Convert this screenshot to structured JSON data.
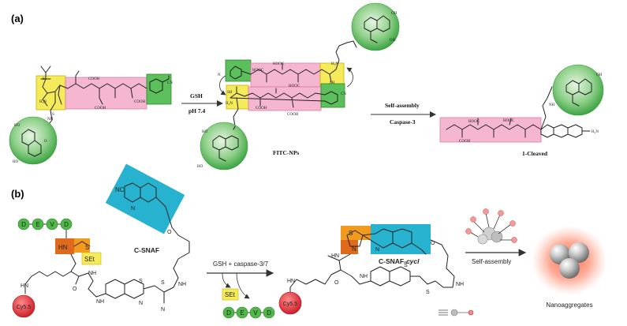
{
  "panel_a": {
    "label": "(a)",
    "reagent_1": "GSH",
    "condition_1": "pH 7.4",
    "nanoparticle_label": "FITC-NPs",
    "step_2_top": "Self-assembly",
    "step_2_bottom": "Caspase-3",
    "product_label": "1-Cleaved",
    "atoms": {
      "nh2": "H₂N",
      "cn": "CN",
      "cooh": "COOH",
      "hooc": "HOOC",
      "sh": "SH",
      "oh": "OH",
      "ho": "HO",
      "s": "S",
      "n": "N",
      "nh": "NH",
      "o": "O"
    }
  },
  "panel_b": {
    "label": "(b)",
    "peptide_residues": [
      "D",
      "E",
      "V",
      "D"
    ],
    "probe_name": "C-SNAF",
    "reagent": "GSH + caspase-3/7",
    "leaving_group": "SEt",
    "cyclized_name": "C-SNAF-",
    "cyclized_suffix": "cycl",
    "assembly_step": "Self-assembly",
    "aggregate_label": "Nanoaggregates",
    "dye": "Cy5.5",
    "atoms": {
      "nc": "NC",
      "hn": "HN",
      "sett": "SEt",
      "nh": "NH",
      "hn2": "HN",
      "s": "S",
      "n": "N",
      "o": "O"
    }
  },
  "colors": {
    "peptide_pink": "#f5b6cf",
    "peptide_border": "#e07aa6",
    "cys_yellow": "#f5ea5a",
    "cbt_green": "#5bbf5b",
    "fitc_green": "#4caf50",
    "cyan_box": "#27b3cf",
    "orange": "#f29a1e",
    "dark_orange": "#e06a1c",
    "residue_green": "#4fb848",
    "cy55_red": "#e8353a",
    "arrow": "#333333"
  }
}
